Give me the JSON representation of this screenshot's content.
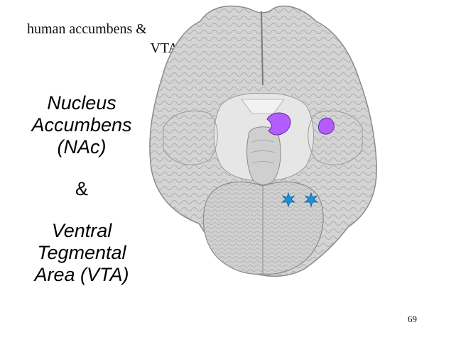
{
  "slide": {
    "corner_title": {
      "line1": "human accumbens &",
      "line2": "VTA"
    },
    "main_text": {
      "nac_line1": "Nucleus",
      "nac_line2": "Accumbens",
      "nac_line3": "(NAc)",
      "ampersand": "&",
      "vta_line1": "Ventral",
      "vta_line2": "Tegmental",
      "vta_line3": "Area (VTA)"
    },
    "page_number": "69"
  },
  "colors": {
    "nac_highlight": "#b35cff",
    "vta_marker": "#1e90d6",
    "brain_fill": "#d4d4d4",
    "brain_outline": "#8a8a8a"
  }
}
